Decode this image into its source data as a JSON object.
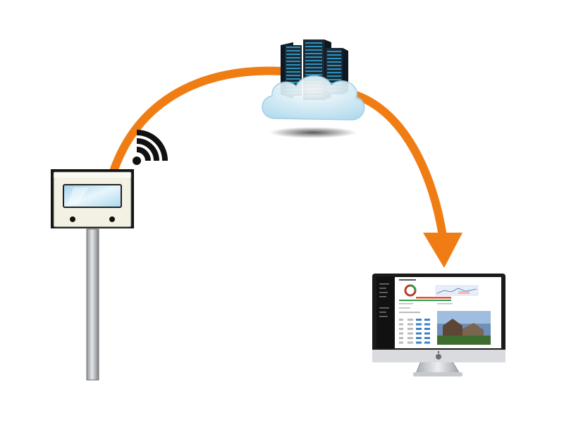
{
  "diagram": {
    "nodes": [
      {
        "id": "sensor",
        "icon": "sensor-device-icon"
      },
      {
        "id": "wireless",
        "icon": "wifi-signal-icon"
      },
      {
        "id": "server",
        "icon": "cloud-server-icon"
      },
      {
        "id": "monitor",
        "icon": "desktop-monitor-icon"
      }
    ],
    "edges": [
      {
        "from": "sensor",
        "to": "server"
      },
      {
        "from": "server",
        "to": "monitor"
      }
    ],
    "colors": {
      "arrow": "#f07d13",
      "enclosure": "#f3f1e4",
      "screen": "#bfe2f0",
      "pole": "#b9bcbf",
      "server_body": "#1c2a36",
      "server_led": "#2ba4d6",
      "cloud": "#d9eef7",
      "monitor_frame": "#d5d7da",
      "dashboard_sidebar": "#111111"
    }
  }
}
